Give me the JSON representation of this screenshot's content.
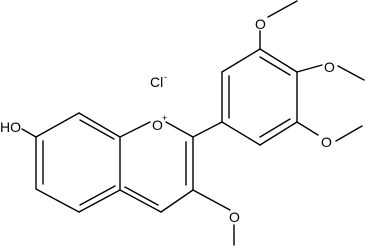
{
  "structure": {
    "counter_ion": {
      "element": "Cl",
      "charge": "-"
    },
    "hydroxyl": {
      "label": "HO"
    },
    "ring_oxygen": {
      "element": "O",
      "charge": "+"
    },
    "methoxy_oxygens": [
      {
        "label": "O"
      },
      {
        "label": "O"
      },
      {
        "label": "O"
      },
      {
        "label": "O"
      }
    ]
  }
}
